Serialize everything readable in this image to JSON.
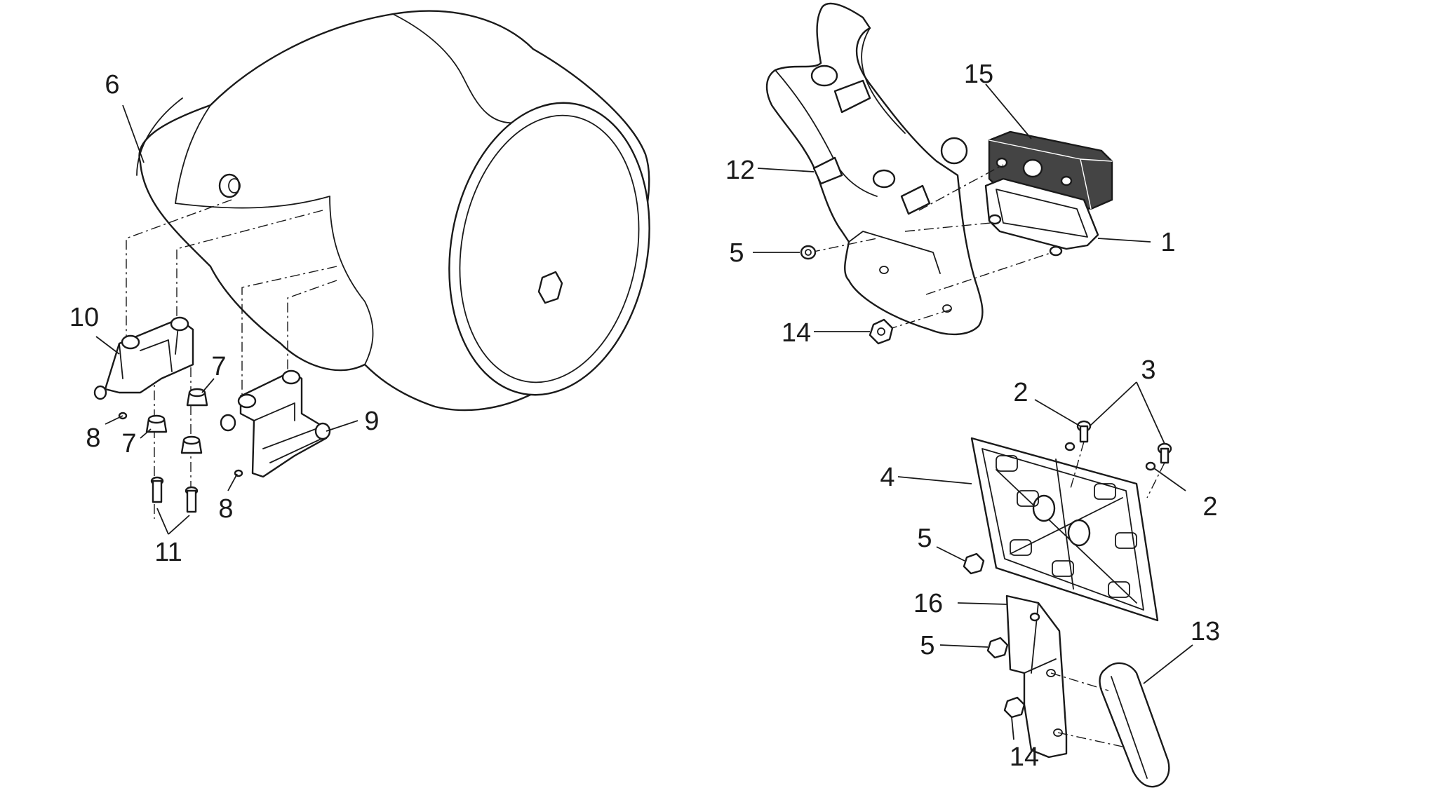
{
  "diagram": {
    "callouts": [
      "6",
      "10",
      "7",
      "8",
      "7",
      "9",
      "8",
      "11",
      "12",
      "15",
      "5",
      "1",
      "14",
      "2",
      "3",
      "4",
      "2",
      "5",
      "16",
      "5",
      "13",
      "14"
    ]
  }
}
